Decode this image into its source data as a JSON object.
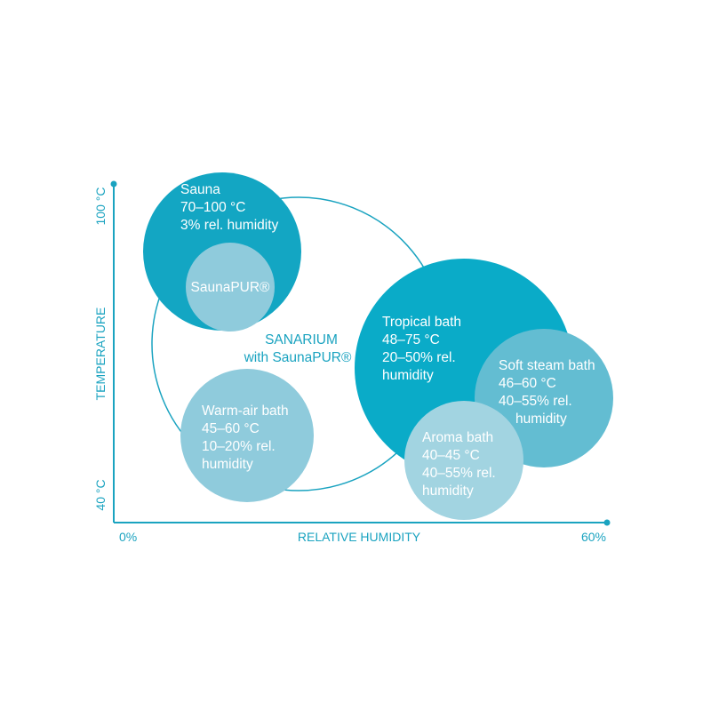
{
  "axes": {
    "y_label": "TEMPERATURE",
    "y_top": "100 °C",
    "y_bottom": "40 °C",
    "x_label": "RELATIVE HUMIDITY",
    "x_left": "0%",
    "x_right": "60%"
  },
  "sanarium": {
    "line1": "SANARIUM",
    "line2": "with SaunaPUR®"
  },
  "bubbles": {
    "sauna": [
      "Sauna",
      "70–100 °C",
      "3% rel. humidity"
    ],
    "saunapur": [
      "SaunaPUR®"
    ],
    "warm_air": [
      "Warm-air bath",
      "45–60 °C",
      "10–20% rel.",
      "humidity"
    ],
    "tropical": [
      "Tropical bath",
      "48–75 °C",
      "20–50% rel.",
      "humidity"
    ],
    "soft_steam": [
      "Soft steam bath",
      "46–60 °C",
      "40–55% rel.",
      "humidity"
    ],
    "aroma": [
      "Aroma bath",
      "40–45 °C",
      "40–55% rel.",
      "humidity"
    ]
  },
  "colors": {
    "axis": "#1aa3c0",
    "sauna": "#13a6c3",
    "saunapur": "#8fcbdc",
    "warm_air": "#8fcbdc",
    "tropical": "#0aabc8",
    "soft_steam": "#63bdd2",
    "aroma": "#a2d4e1",
    "outline": "#1aa3c0"
  }
}
